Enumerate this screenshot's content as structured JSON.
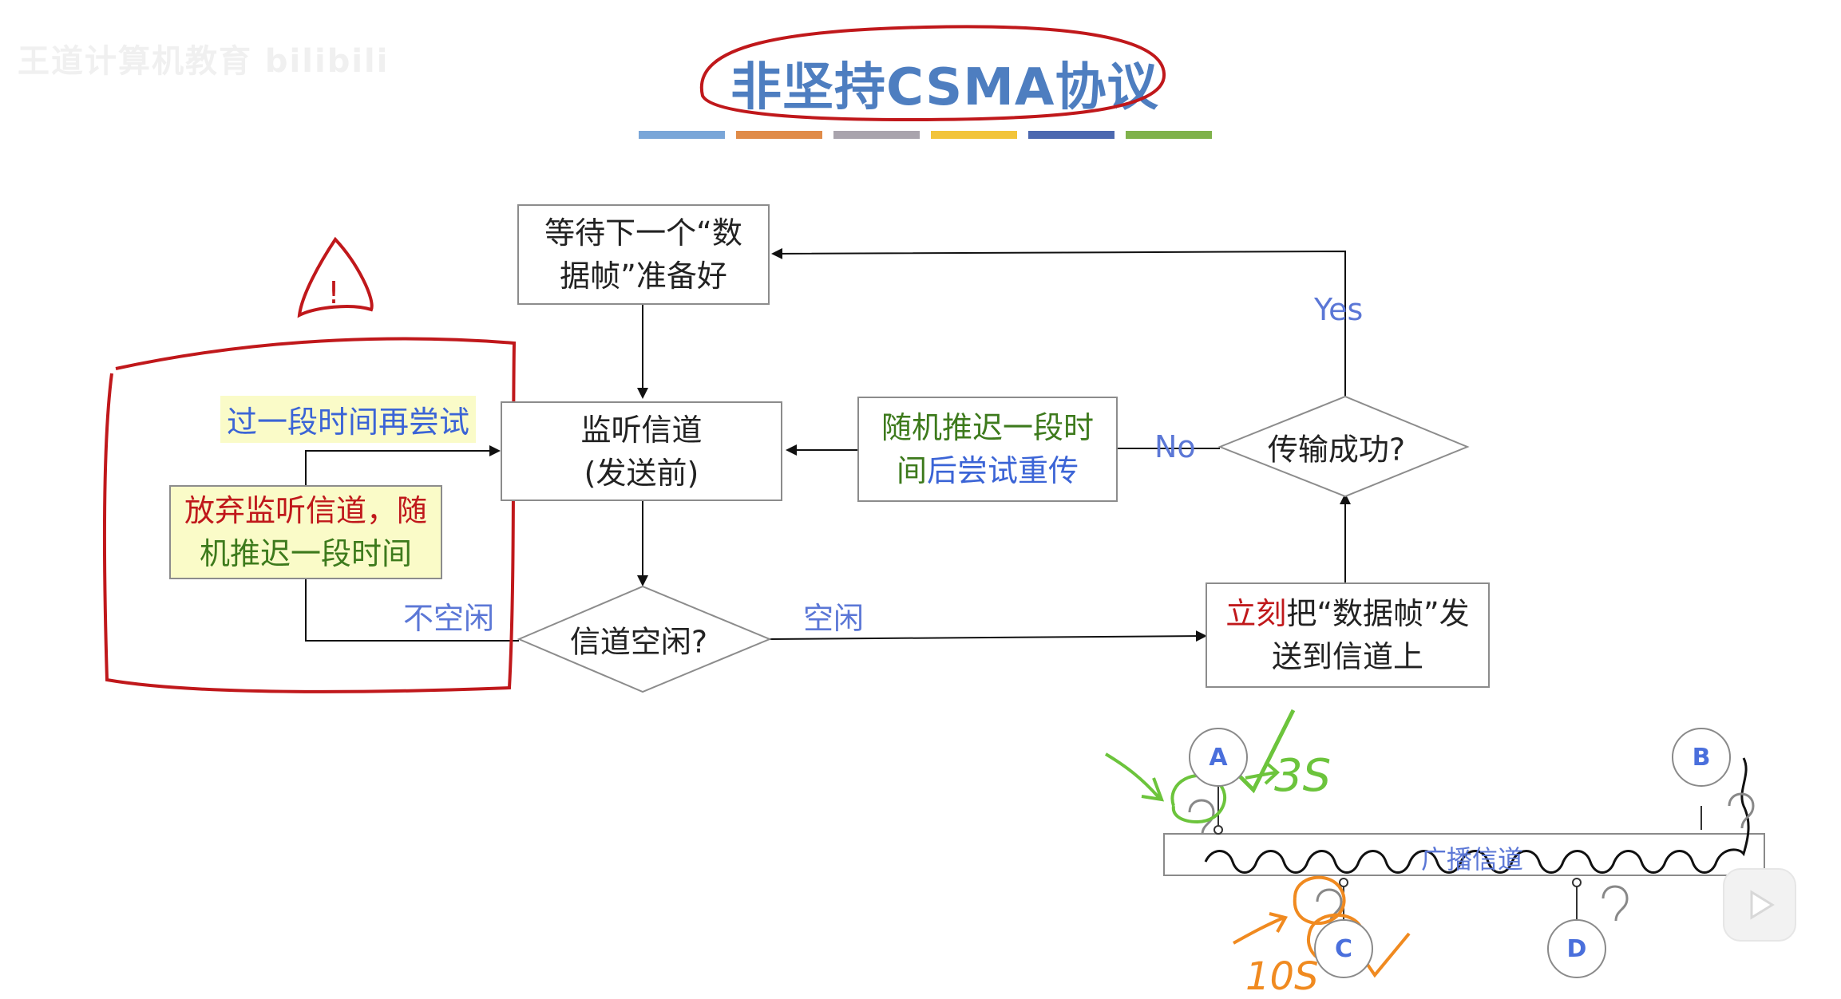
{
  "watermark": "王道计算机教育 bilibili",
  "title": "非坚持CSMA协议",
  "palette": [
    "#7aa6d8",
    "#e08b48",
    "#a9a4ad",
    "#f2c43a",
    "#4c68b0",
    "#7fb24b"
  ],
  "nodes": {
    "wait_frame": {
      "line1": "等待下一个“数",
      "line2": "据帧”准备好"
    },
    "listen": {
      "line1": "监听信道",
      "line2": "(发送前)"
    },
    "random_delay_retry": {
      "line1": "随机推迟一段时",
      "line2_a": "间",
      "line2_b": "后尝试重传"
    },
    "give_up": {
      "line1": "放弃监听信道，随",
      "line2": "机推迟一段时间"
    },
    "retry_note": "过一段时间再尝试",
    "channel_idle_q": "信道空闲?",
    "send_now": {
      "line1_red": "立刻",
      "line1_rest": "把“数据帧”发",
      "line2": "送到信道上"
    },
    "success_q": "传输成功?"
  },
  "edge_labels": {
    "yes": "Yes",
    "no": "No",
    "busy": "不空闲",
    "idle": "空闲"
  },
  "bus": {
    "label": "广播信道",
    "stations": [
      "A",
      "B",
      "C",
      "D"
    ],
    "handwriting": {
      "a_time": "3S",
      "c_time": "10S"
    }
  }
}
